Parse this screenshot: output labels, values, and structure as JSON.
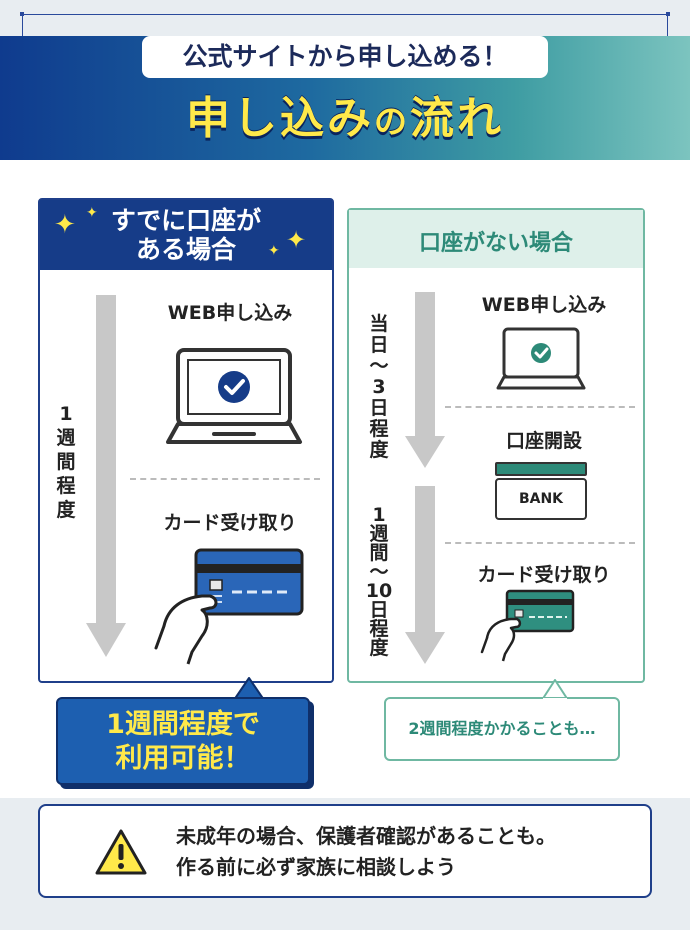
{
  "header": {
    "subtitle": "公式サイトから申し込める！",
    "title_part1": "申し込み",
    "title_part2": "の",
    "title_part3": "流れ"
  },
  "left_column": {
    "heading_line1": "すでに口座が",
    "heading_line2": "ある場合",
    "duration_chars": [
      "1",
      "週",
      "間",
      "程",
      "度"
    ],
    "steps": [
      "WEB申し込み",
      "カード受け取り"
    ],
    "callout_line1": "1週間程度で",
    "callout_line2": "利用可能！"
  },
  "right_column": {
    "heading": "口座がない場合",
    "duration1_chars": [
      "当",
      "日",
      "〜",
      "3",
      "日",
      "程",
      "度"
    ],
    "duration2_chars": [
      "1",
      "週",
      "間",
      "〜",
      "10",
      "日",
      "程",
      "度"
    ],
    "steps": [
      "WEB申し込み",
      "口座開設",
      "カード受け取り"
    ],
    "bank_label": "BANK",
    "callout": "2週間程度かかることも…"
  },
  "notice": {
    "line1": "未成年の場合、保護者確認があることも。",
    "line2": "作る前に必ず家族に相談しよう"
  },
  "colors": {
    "navy": "#163c88",
    "teal": "#2d8a78",
    "yellow": "#ffe94a",
    "card_blue": "#2a66b8",
    "card_green": "#2f8f80"
  },
  "icons": [
    "laptop-check-icon",
    "credit-card-hand-icon",
    "bank-book-icon",
    "warning-icon",
    "sparkle-icon"
  ]
}
